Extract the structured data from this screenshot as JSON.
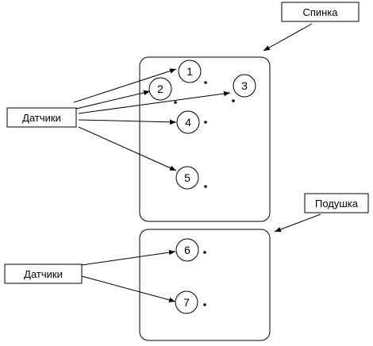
{
  "labels": {
    "back": "Спинка",
    "cushion": "Подушка",
    "sensors_top": "Датчики",
    "sensors_bottom": "Датчики"
  },
  "sensors": [
    {
      "number": "1"
    },
    {
      "number": "2"
    },
    {
      "number": "3"
    },
    {
      "number": "4"
    },
    {
      "number": "5"
    },
    {
      "number": "6"
    },
    {
      "number": "7"
    }
  ],
  "colors": {
    "stroke": "#000000",
    "background": "#ffffff"
  }
}
